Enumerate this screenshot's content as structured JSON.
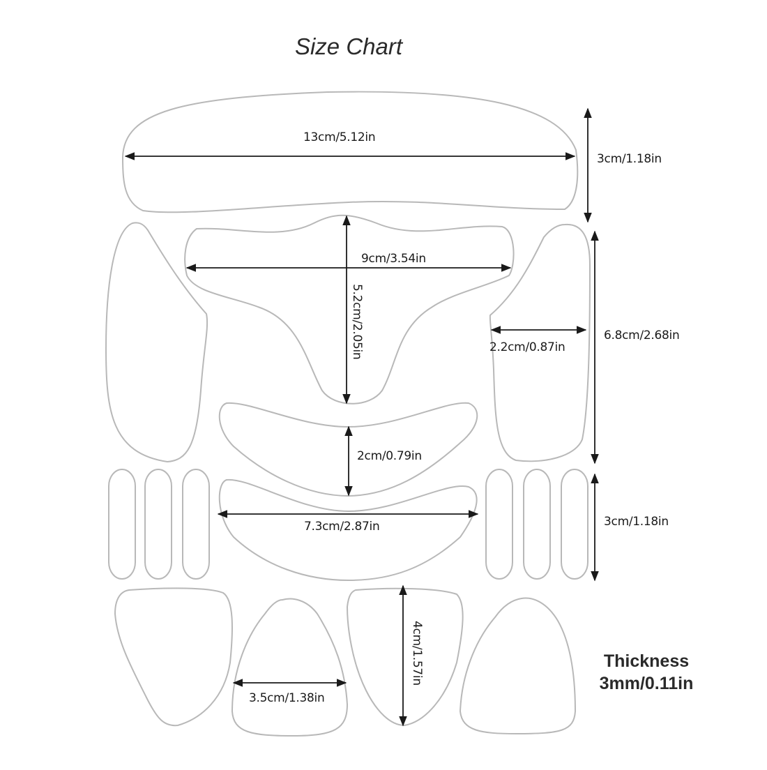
{
  "title": "Size Chart",
  "dimensions": {
    "forehead_width": "13cm/5.12in",
    "forehead_height": "3cm/1.18in",
    "glabella_width": "9cm/3.54in",
    "glabella_height": "5.2cm/2.05in",
    "side_pad_width": "2.2cm/0.87in",
    "side_pad_height": "6.8cm/2.68in",
    "eye_pad_height": "2cm/0.79in",
    "eye_pad_width": "7.3cm/2.87in",
    "small_strip_height": "3cm/1.18in",
    "triangle_width": "3.5cm/1.38in",
    "triangle_height": "4cm/1.57in"
  },
  "thickness": {
    "label": "Thickness",
    "value": "3mm/0.11in"
  }
}
